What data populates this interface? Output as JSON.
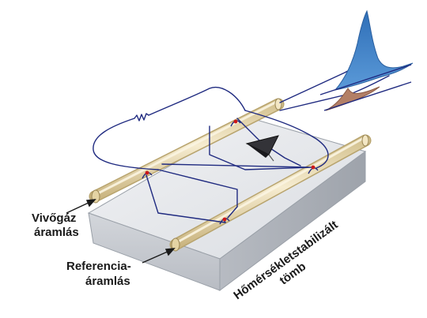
{
  "labels": {
    "carrier_line1": "Vivőgáz",
    "carrier_line2": "áramlás",
    "reference_line1": "Referencia-",
    "reference_line2": "áramlás",
    "block_line1": "Hőmérsékletstabilizált",
    "block_line2": "tömb"
  },
  "colors": {
    "block_top": "#e9ebee",
    "block_front": "#c9cdd3",
    "block_side": "#a9aeb6",
    "tube_fill": "#eee0b8",
    "tube_inner": "#f9f2dc",
    "wire": "#1f2a80",
    "sensor": "#cc1818",
    "peak_large": "#3a7fc6",
    "peak_small": "#b37f66"
  },
  "icons": {
    "resistor": "resistor-icon",
    "meter": "meter-needle-icon"
  }
}
